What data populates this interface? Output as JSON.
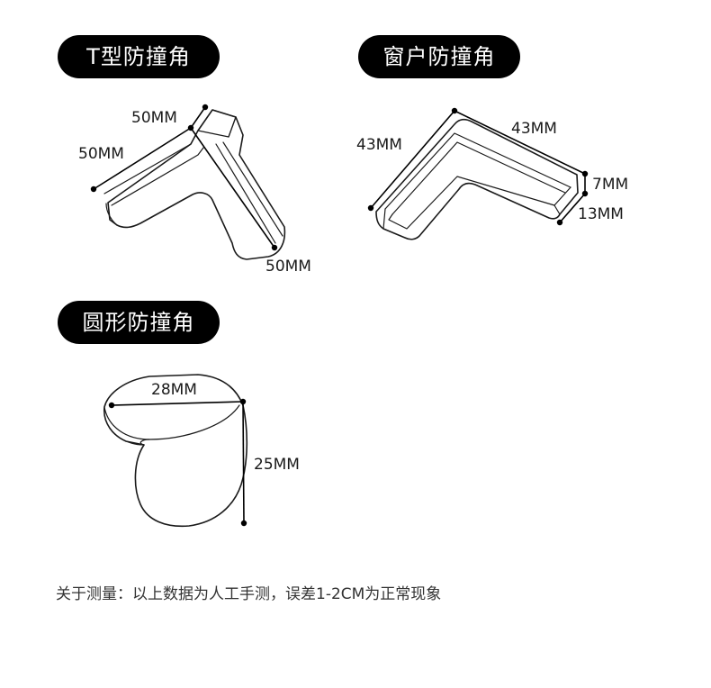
{
  "sections": {
    "t_type": {
      "title": "T型防撞角",
      "dims": [
        "50MM",
        "50MM",
        "50MM"
      ]
    },
    "window": {
      "title": "窗户防撞角",
      "dims": [
        "43MM",
        "43MM",
        "7MM",
        "13MM"
      ]
    },
    "round": {
      "title": "圆形防撞角",
      "dims": [
        "28MM",
        "25MM"
      ]
    }
  },
  "note": "关于测量：以上数据为人工手测，误差1-2CM为正常现象"
}
